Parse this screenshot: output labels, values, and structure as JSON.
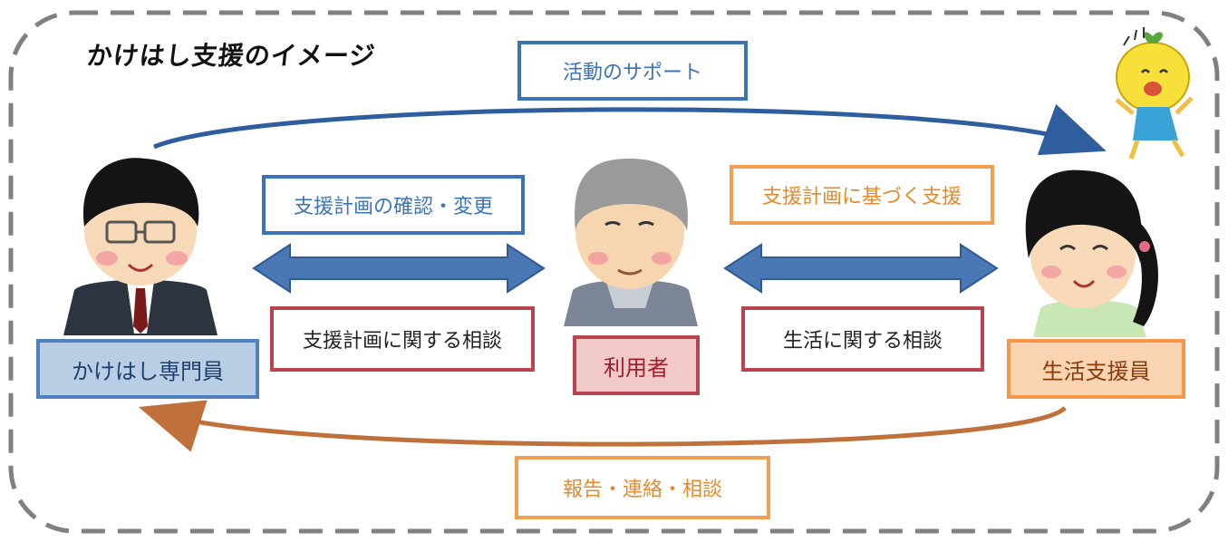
{
  "title": "かけはし支援のイメージ",
  "top_flow": {
    "label": "活動のサポート"
  },
  "bottom_flow": {
    "label": "報告・連絡・相談"
  },
  "left_arrow": {
    "upper_label": "支援計画の確認・変更",
    "lower_label": "支援計画に関する相談"
  },
  "right_arrow": {
    "upper_label": "支援計画に基づく支援",
    "lower_label": "生活に関する相談"
  },
  "roles": {
    "left": "かけはし専門員",
    "center": "利用者",
    "right": "生活支援員"
  },
  "colors": {
    "blue": "#3b73b9",
    "orange": "#f0a050",
    "red": "#b8454e",
    "arrow_fill": "#4a78b5",
    "frame": "#7f7f7f"
  }
}
